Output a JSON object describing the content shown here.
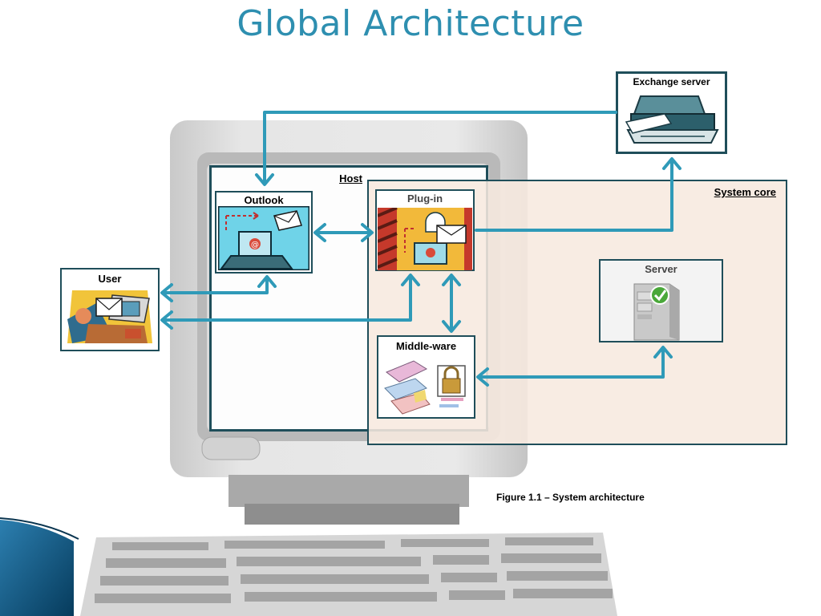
{
  "title": "Global Architecture",
  "caption": "Figure 1.1 – System architecture",
  "nodes": {
    "exchange": "Exchange server",
    "host": "Host",
    "system_core": "System core",
    "outlook": "Outlook",
    "plugin": "Plug-in",
    "user": "User",
    "server": "Server",
    "middleware": "Middle-ware"
  },
  "links": [
    {
      "from": "Exchange server",
      "to": "Outlook",
      "direction": "to-outlook"
    },
    {
      "from": "Plug-in",
      "to": "Exchange server",
      "direction": "to-exchange"
    },
    {
      "from": "Outlook",
      "to": "Plug-in",
      "direction": "both"
    },
    {
      "from": "User",
      "to": "Outlook",
      "direction": "both"
    },
    {
      "from": "User",
      "to": "Plug-in",
      "direction": "both"
    },
    {
      "from": "Plug-in",
      "to": "Middle-ware",
      "direction": "both"
    },
    {
      "from": "Middle-ware",
      "to": "Server",
      "direction": "both"
    }
  ],
  "colors": {
    "title": "#2e8fb0",
    "connector": "#2f9ab8",
    "box_border": "#1f4e5a",
    "system_core_fill": "#f7e9df",
    "accent_slide": "#0a4f7a"
  },
  "icons": {
    "exchange": "printer-icon",
    "outlook": "email-computer-icon",
    "plugin": "plugin-email-icon",
    "user": "user-at-desk-icon",
    "server": "server-tower-icon",
    "middleware": "padlock-icon"
  }
}
